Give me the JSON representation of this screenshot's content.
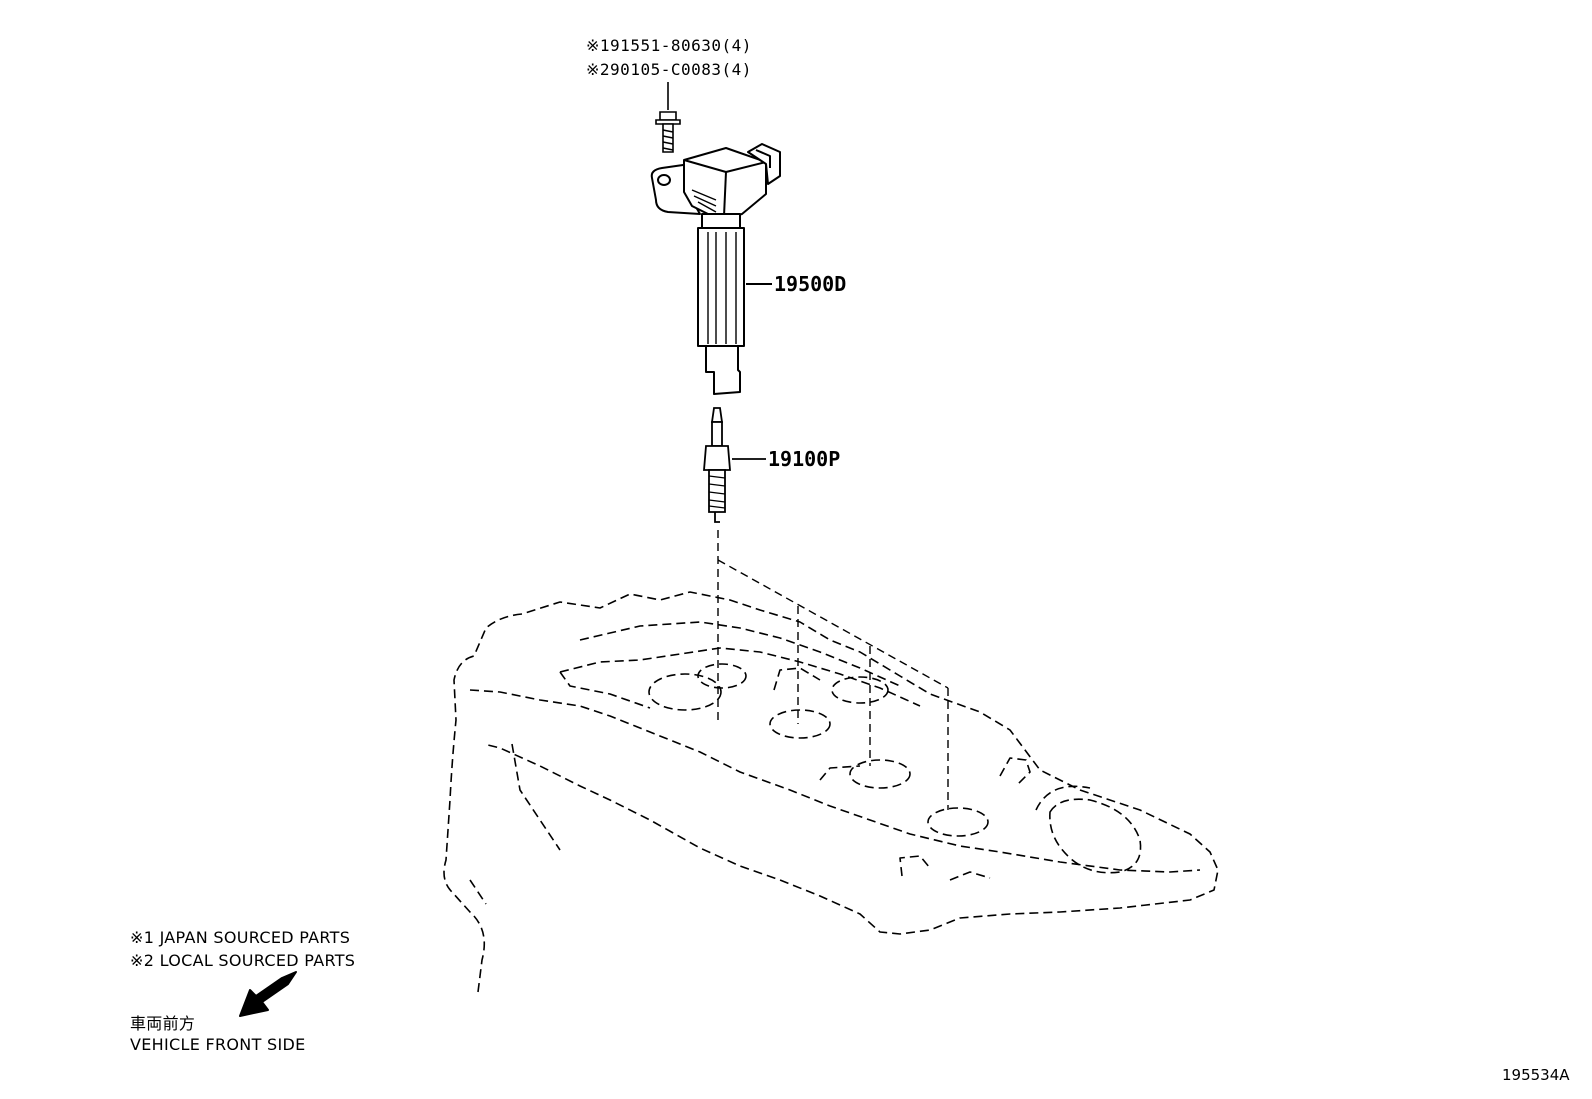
{
  "fasteners": [
    {
      "mark": "※1",
      "part_no": "91551-80630(4)"
    },
    {
      "mark": "※2",
      "part_no": "90105-C0083(4)"
    }
  ],
  "callouts": {
    "ignition_coil": "19500D",
    "spark_plug": "19100P"
  },
  "notes": [
    "※1 JAPAN SOURCED PARTS",
    "※2 LOCAL SOURCED PARTS"
  ],
  "direction": {
    "japanese": "車両前方",
    "english": "VEHICLE FRONT SIDE"
  },
  "figure_id": "195534A",
  "icons": {
    "direction_arrow": "arrow-down-left-icon"
  }
}
